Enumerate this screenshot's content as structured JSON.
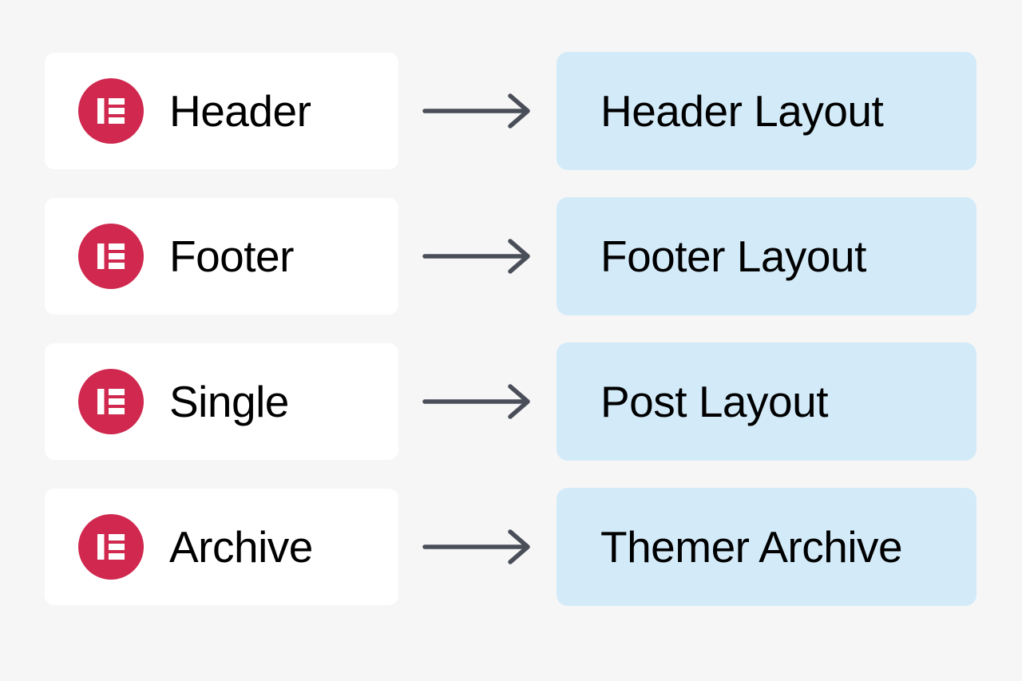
{
  "page": {
    "background_color": "#f6f6f7",
    "accent_color": "#d0284e",
    "target_color": "#d3ebf9",
    "arrow_color": "#4a4e58",
    "card_color": "#ffffff"
  },
  "mappings": [
    {
      "icon": "elementor-logo-icon",
      "source_label": "Header",
      "arrow": "arrow-right-icon",
      "target_label": "Header Layout"
    },
    {
      "icon": "elementor-logo-icon",
      "source_label": "Footer",
      "arrow": "arrow-right-icon",
      "target_label": "Footer Layout"
    },
    {
      "icon": "elementor-logo-icon",
      "source_label": "Single",
      "arrow": "arrow-right-icon",
      "target_label": "Post Layout"
    },
    {
      "icon": "elementor-logo-icon",
      "source_label": "Archive",
      "arrow": "arrow-right-icon",
      "target_label": "Themer Archive"
    }
  ]
}
